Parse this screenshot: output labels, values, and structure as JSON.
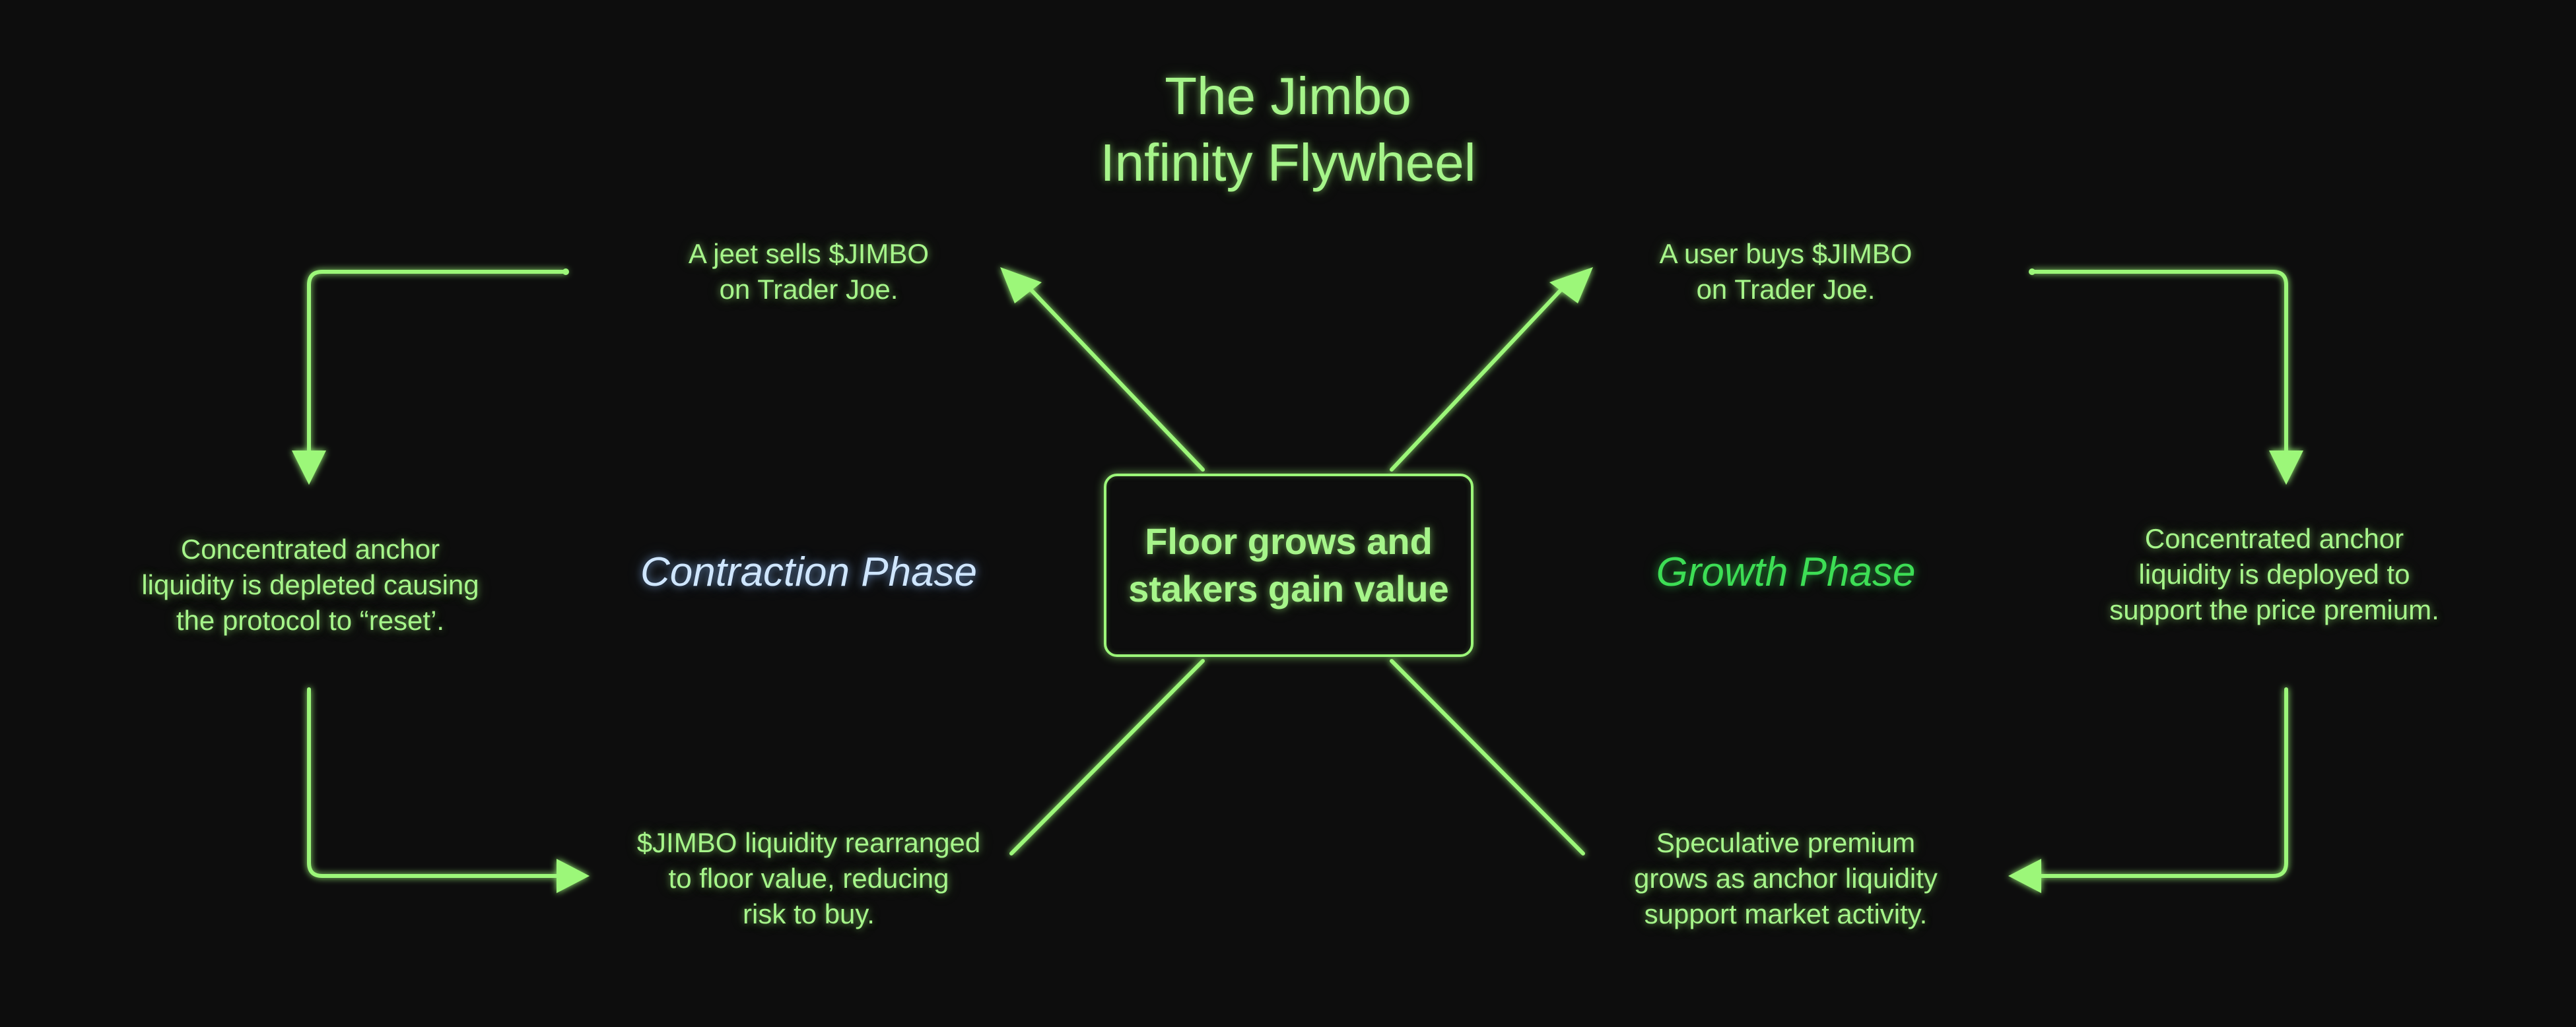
{
  "title": {
    "line1": "The Jimbo",
    "line2": "Infinity Flywheel"
  },
  "center": {
    "line1": "Floor grows and",
    "line2": "stakers gain value"
  },
  "phases": {
    "contraction": "Contraction Phase",
    "growth": "Growth Phase"
  },
  "steps": {
    "jeet_sells": [
      "A jeet sells $JIMBO",
      "on Trader Joe."
    ],
    "user_buys": [
      "A user buys $JIMBO",
      "on Trader Joe."
    ],
    "depleted": [
      "Concentrated anchor",
      "liquidity is depleted causing",
      "the protocol to “reset’."
    ],
    "deployed": [
      "Concentrated anchor",
      "liquidity is deployed to",
      "support the price premium."
    ],
    "rearranged": [
      "$JIMBO liquidity rearranged",
      "to floor value, reducing",
      "risk to buy."
    ],
    "speculative": [
      "Speculative premium",
      "grows as anchor liquidity",
      "support market activity."
    ]
  },
  "colors": {
    "background": "#0d0d0d",
    "accent_green": "#9cf779",
    "growth_green": "#3dde55",
    "contraction_blue": "#cfe6ff"
  }
}
